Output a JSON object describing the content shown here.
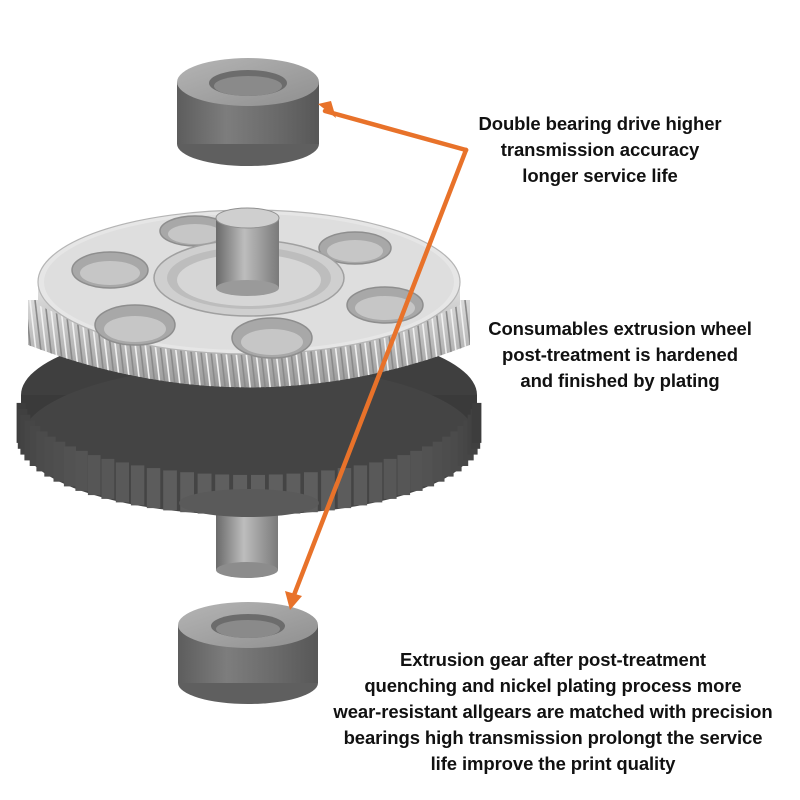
{
  "callouts": {
    "top": {
      "lines": [
        "Double bearing drive higher",
        "transmission accuracy",
        "longer service life"
      ]
    },
    "middle": {
      "lines": [
        "Consumables extrusion wheel",
        "post-treatment is hardened",
        "and finished by plating"
      ]
    },
    "bottom": {
      "lines": [
        "Extrusion gear after post-treatment",
        "quenching and nickel plating process more",
        "wear-resistant allgears are matched with precision",
        "bearings high transmission prolongt the service",
        "life improve the print quality"
      ]
    }
  },
  "colors": {
    "arrow": "#e8722a",
    "bearing": "#6f6f6f",
    "gear_dark": "#4a4a4a",
    "gear_light": "#cfcfcf",
    "text": "#111111"
  },
  "icons": {
    "top_bearing": "bearing-ring-icon",
    "bottom_bearing": "bearing-ring-icon",
    "gear": "extrusion-gear-icon",
    "arrow": "arrow-icon"
  }
}
